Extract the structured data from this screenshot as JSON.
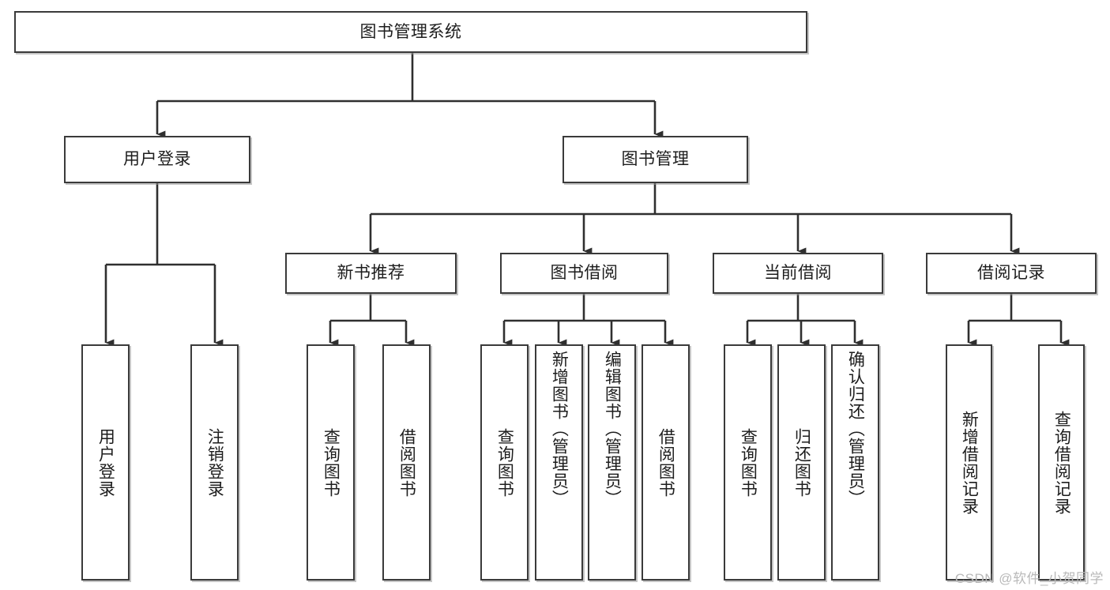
{
  "diagram": {
    "type": "tree-hierarchy",
    "title": "图书管理系统",
    "watermark": "CSDN @软件_小贺同学",
    "background_color": "#ffffff",
    "line_color": "#3a3a3a",
    "text_color": "#1d1d1d",
    "levels": {
      "root": {
        "label": "图书管理系统",
        "orientation": "horizontal"
      },
      "level2": [
        {
          "label": "用户登录",
          "orientation": "horizontal"
        },
        {
          "label": "图书管理",
          "orientation": "horizontal"
        }
      ],
      "level3": [
        {
          "label": "新书推荐",
          "orientation": "horizontal",
          "parent": "图书管理"
        },
        {
          "label": "图书借阅",
          "orientation": "horizontal",
          "parent": "图书管理"
        },
        {
          "label": "当前借阅",
          "orientation": "horizontal",
          "parent": "图书管理"
        },
        {
          "label": "借阅记录",
          "orientation": "horizontal",
          "parent": "图书管理"
        }
      ],
      "leaves": [
        {
          "label": "用户登录",
          "orientation": "vertical",
          "parent": "用户登录",
          "align": "center"
        },
        {
          "label": "注销登录",
          "orientation": "vertical",
          "parent": "用户登录",
          "align": "center"
        },
        {
          "label": "查询图书",
          "orientation": "vertical",
          "parent": "新书推荐",
          "align": "center"
        },
        {
          "label": "借阅图书",
          "orientation": "vertical",
          "parent": "新书推荐",
          "align": "center"
        },
        {
          "label": "查询图书",
          "orientation": "vertical",
          "parent": "图书借阅",
          "align": "center"
        },
        {
          "label": "新增图书（管理员）",
          "orientation": "vertical",
          "parent": "图书借阅",
          "align": "top"
        },
        {
          "label": "编辑图书（管理员）",
          "orientation": "vertical",
          "parent": "图书借阅",
          "align": "top"
        },
        {
          "label": "借阅图书",
          "orientation": "vertical",
          "parent": "图书借阅",
          "align": "center"
        },
        {
          "label": "查询图书",
          "orientation": "vertical",
          "parent": "当前借阅",
          "align": "center"
        },
        {
          "label": "归还图书",
          "orientation": "vertical",
          "parent": "当前借阅",
          "align": "center"
        },
        {
          "label": "确认归还（管理员）",
          "orientation": "vertical",
          "parent": "当前借阅",
          "align": "top"
        },
        {
          "label": "新增借阅记录",
          "orientation": "vertical",
          "parent": "借阅记录",
          "align": "center"
        },
        {
          "label": "查询借阅记录",
          "orientation": "vertical",
          "parent": "借阅记录",
          "align": "center"
        }
      ]
    }
  }
}
